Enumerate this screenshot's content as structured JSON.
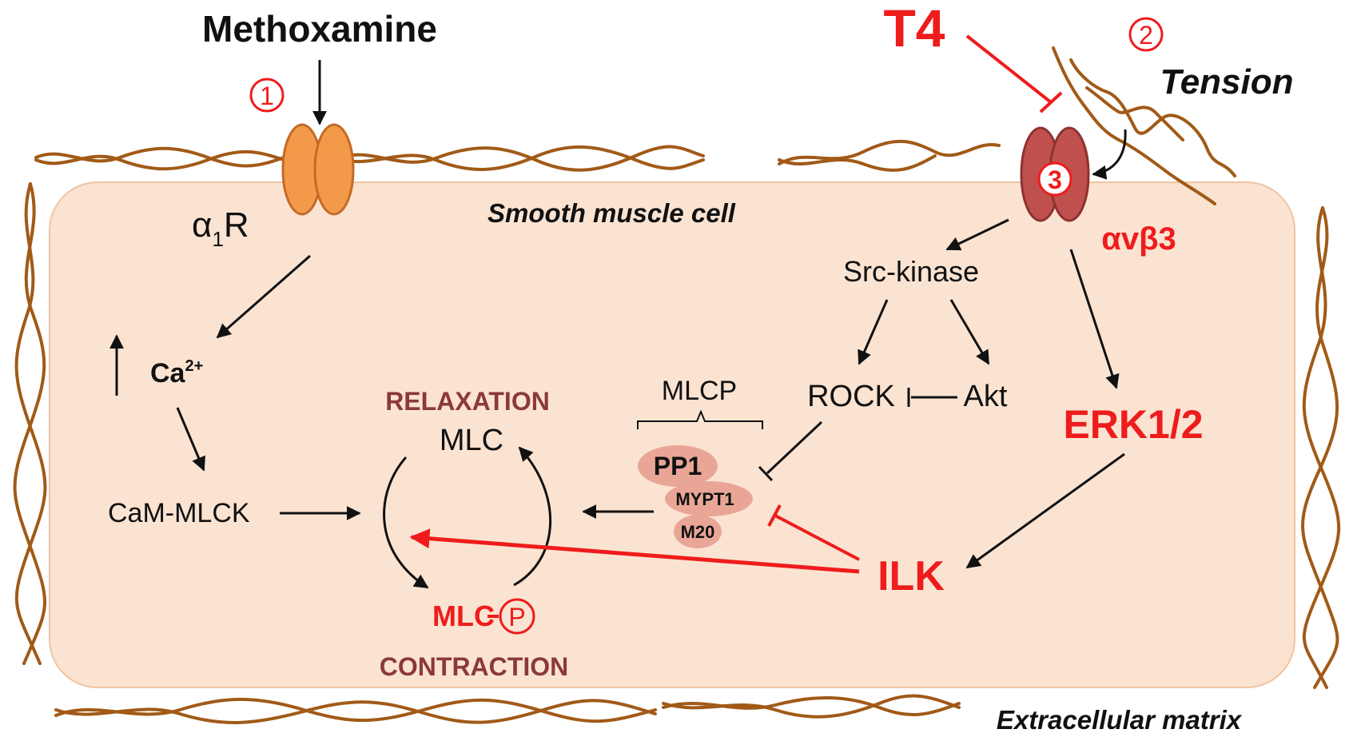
{
  "diagram": {
    "stimulus_methoxamine": "Methoxamine",
    "receptor_alpha": "α",
    "receptor_alpha_sub": "1",
    "receptor_alpha_R": "R",
    "cell_label": "Smooth muscle cell",
    "matrix_label": "Extracellular matrix",
    "hormone": "T4",
    "tension": "Tension",
    "integrin": "αvβ3",
    "marker_1": "1",
    "marker_2": "2",
    "marker_3": "3",
    "calcium": "Ca",
    "calcium_sup": "2+",
    "cam_mlck": "CaM-MLCK",
    "relaxation": "RELAXATION",
    "mlc": "MLC",
    "mlc_p": "MLC",
    "phospho": "P",
    "contraction": "CONTRACTION",
    "mlcp": "MLCP",
    "pp1": "PP1",
    "mypt1": "MYPT1",
    "m20": "M20",
    "src_kinase": "Src-kinase",
    "rock": "ROCK",
    "akt": "Akt",
    "erk": "ERK1/2",
    "ilk": "ILK"
  },
  "colors": {
    "cell_fill": "#fbe3d2",
    "fiber": "#a15a17",
    "alpha_receptor": "#f39a4a",
    "integrin_receptor": "#c0504d",
    "highlight_red": "#ee1c1c",
    "state_label": "#8b3a36",
    "mlcp_subunit": "#e9a697"
  }
}
